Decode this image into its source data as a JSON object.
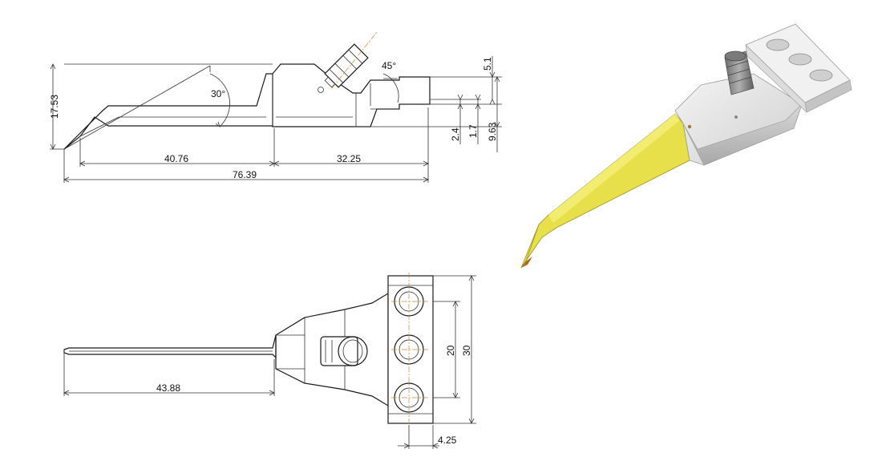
{
  "side_view": {
    "dim_total_length": "76.39",
    "dim_left_length": "40.76",
    "dim_right_length": "32.25",
    "dim_height": "17.53",
    "dim_top_offset": "5.1",
    "dim_overall_height": "9.63",
    "dim_small_a": "2.4",
    "dim_small_b": "1.7",
    "angle_blade": "30°",
    "angle_connector": "45°"
  },
  "top_view": {
    "dim_blade_length": "43.88",
    "dim_hole_pitch": "20",
    "dim_block_width": "30",
    "dim_hole_offset": "4.25"
  },
  "render_view": {
    "blade_color": "#e8e04a",
    "body_color": "#e6e6e6",
    "connector_color": "#8a8a8a",
    "tip_color": "#b5651d"
  }
}
